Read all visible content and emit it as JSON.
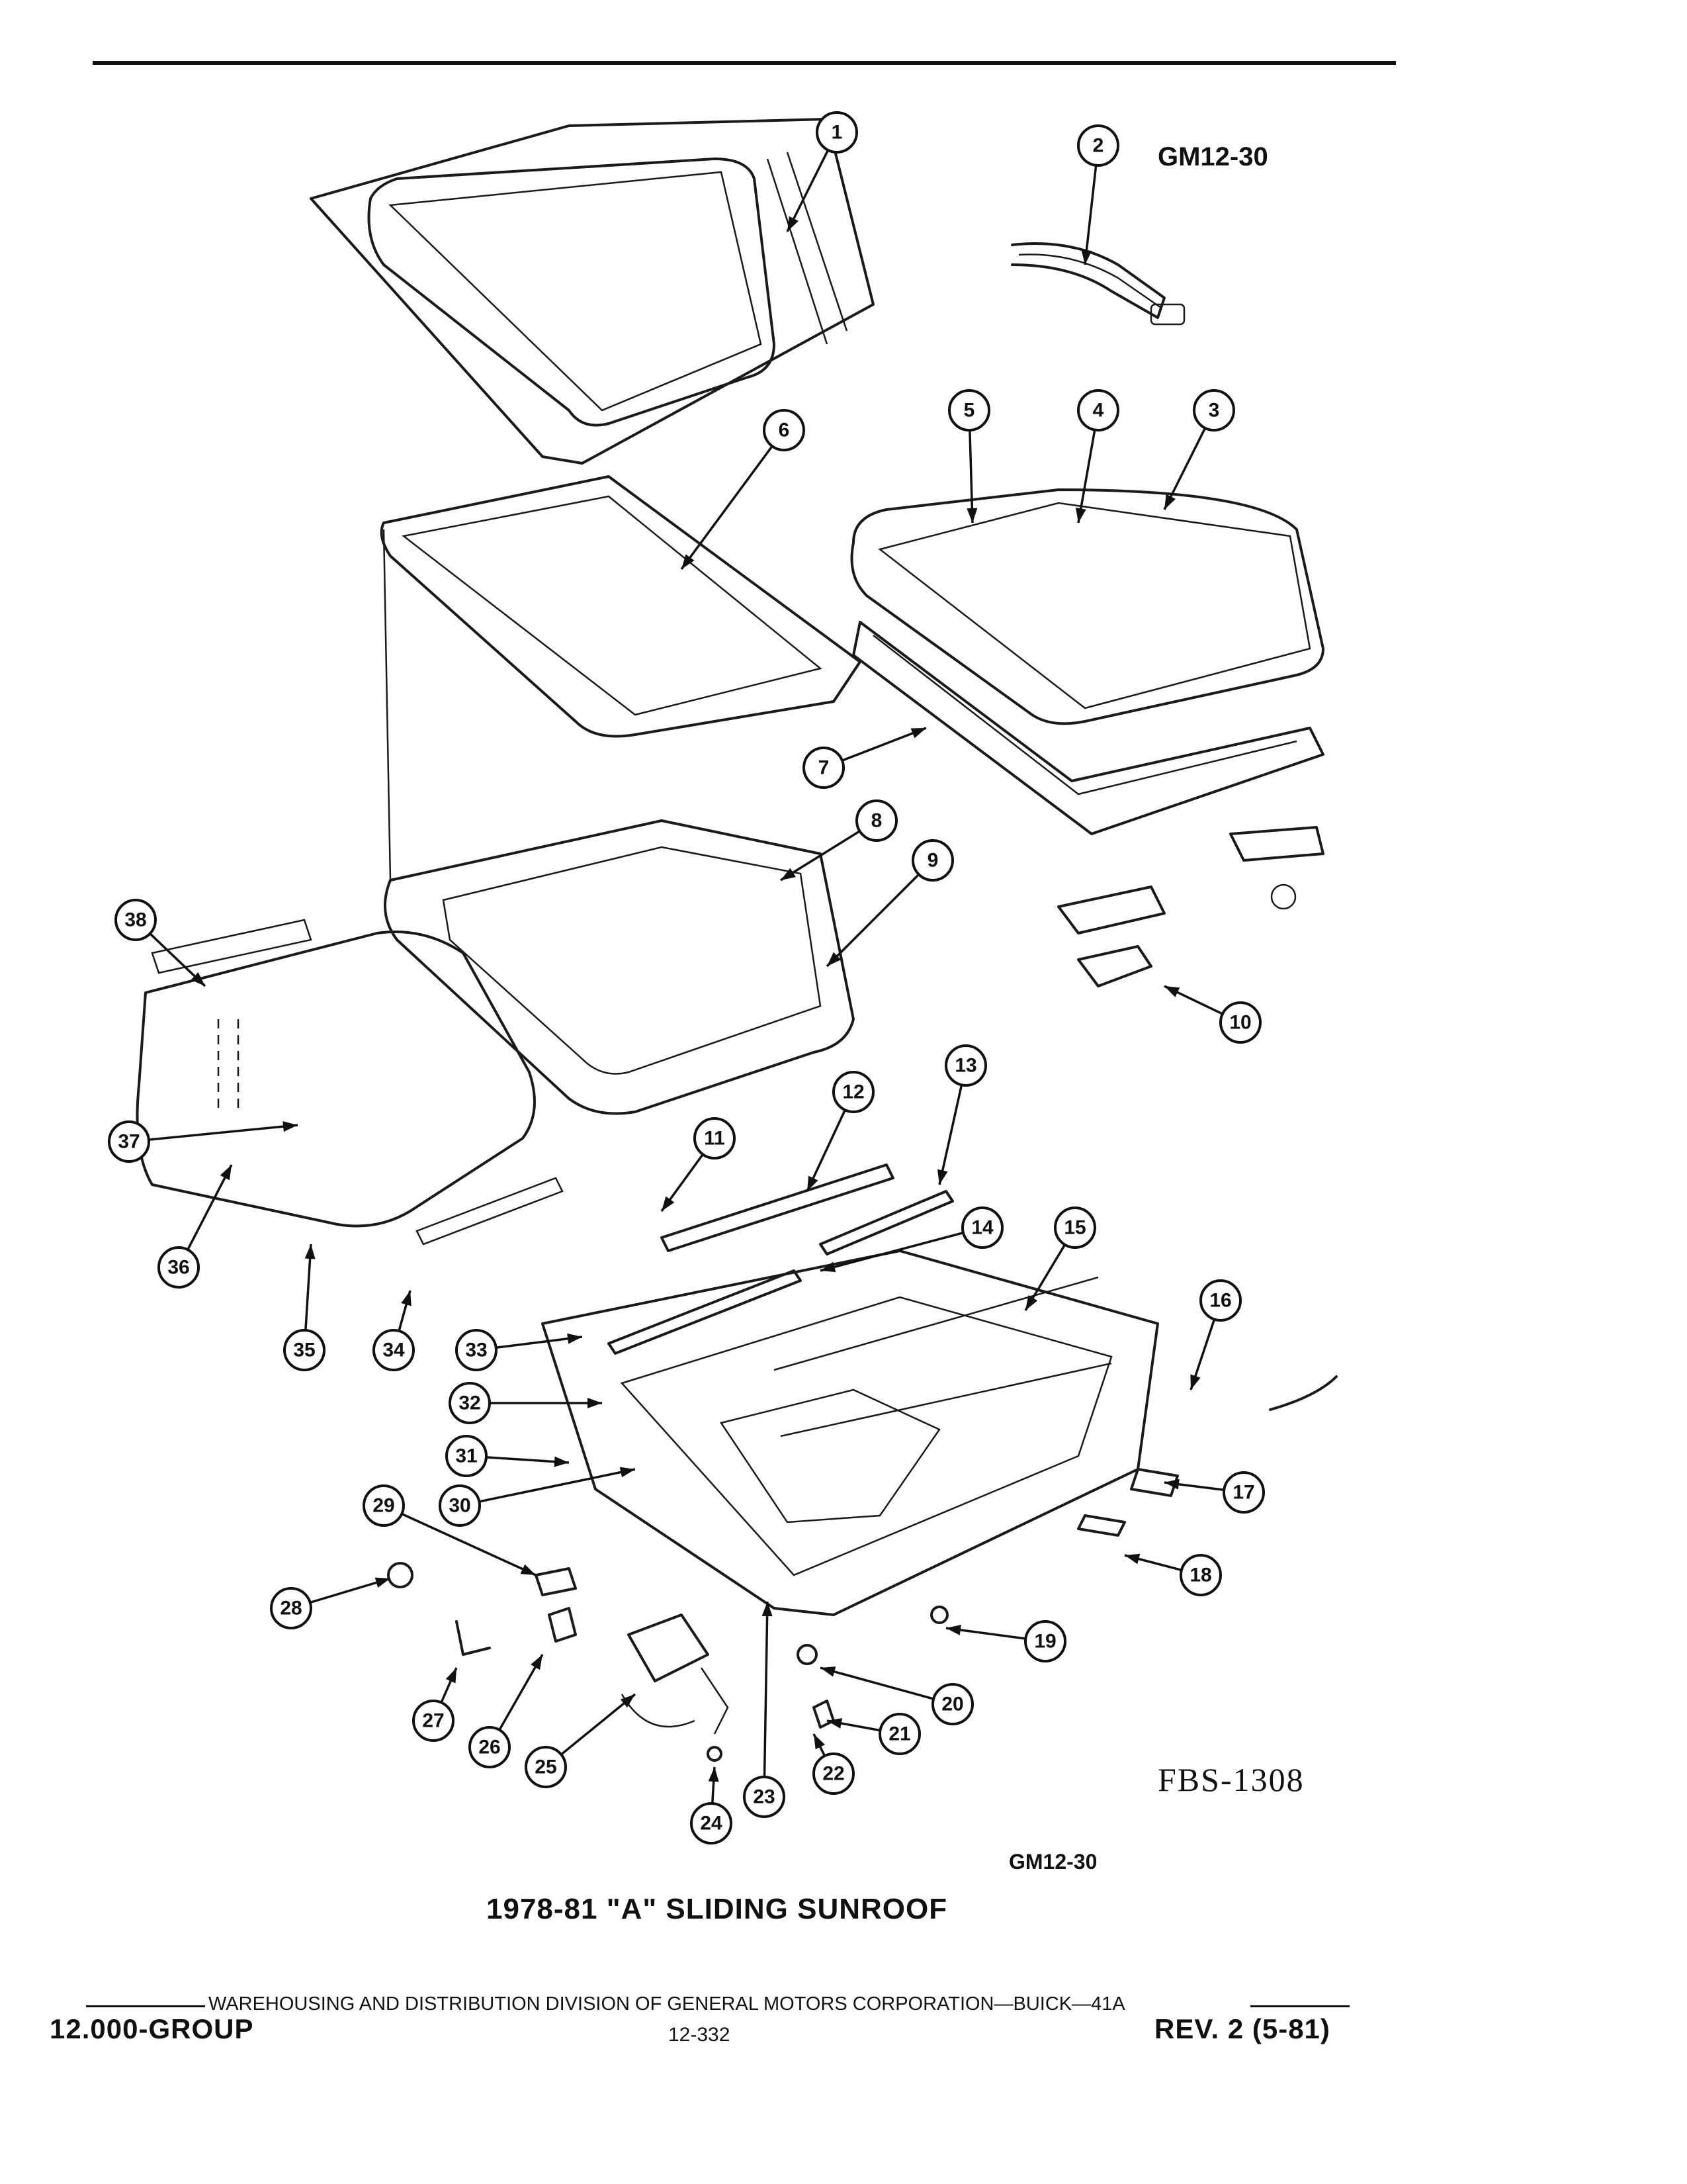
{
  "header": {
    "drawing_code": "GM12-30"
  },
  "diagram": {
    "callouts": [
      "1",
      "2",
      "3",
      "4",
      "5",
      "6",
      "7",
      "8",
      "9",
      "10",
      "11",
      "12",
      "13",
      "14",
      "15",
      "16",
      "17",
      "18",
      "19",
      "20",
      "21",
      "22",
      "23",
      "24",
      "25",
      "26",
      "27",
      "28",
      "29",
      "30",
      "31",
      "32",
      "33",
      "34",
      "35",
      "36",
      "37",
      "38"
    ]
  },
  "figure": {
    "reference": "FBS-1308",
    "drawing_code": "GM12-30",
    "caption": "1978-81 \"A\" SLIDING SUNROOF"
  },
  "footer": {
    "division_line": "WAREHOUSING AND DISTRIBUTION  DIVISION OF GENERAL MOTORS CORPORATION—BUICK—41A",
    "group": "12.000-GROUP",
    "page": "12-332",
    "revision": "REV. 2 (5-81)"
  }
}
